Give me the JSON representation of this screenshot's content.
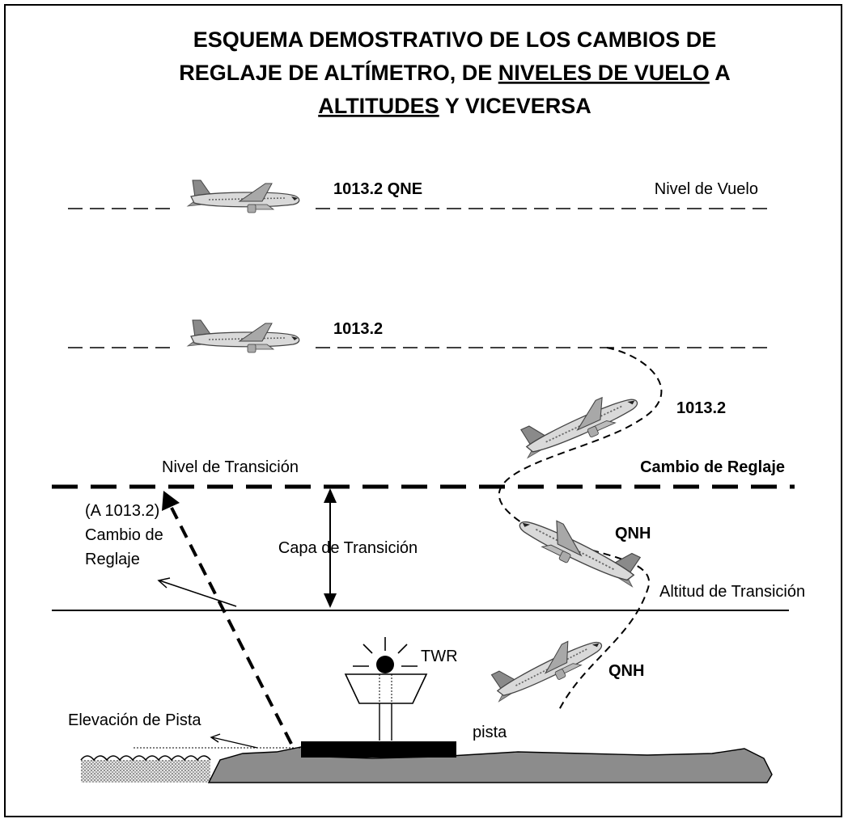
{
  "title": {
    "line1": "ESQUEMA DEMOSTRATIVO DE LOS CAMBIOS DE",
    "line2_prefix": "REGLAJE DE ALTÍMETRO, DE ",
    "line2_underlined": "NIVELES DE VUELO",
    "line2_suffix": " A",
    "line3_underlined": "ALTITUDES",
    "line3_suffix": " Y VICEVERSA"
  },
  "labels": {
    "top_setting": "1013.2 QNE",
    "flight_level": "Nivel de Vuelo",
    "second_setting": "1013.2",
    "descent_setting": "1013.2",
    "transition_level": "Nivel de Transición",
    "setting_change": "Cambio de Reglaje",
    "qnh_upper": "QNH",
    "qnh_lower": "QNH",
    "transition_layer": "Capa de Transición",
    "transition_altitude": "Altitud de Transición",
    "left_note_line1": "(A 1013.2)",
    "left_note_line2": "Cambio de",
    "left_note_line3": "Reglaje",
    "tower": "TWR",
    "runway": "pista",
    "runway_elevation": "Elevación de Pista"
  },
  "colors": {
    "aircraft_fuselage": "#d9d9d9",
    "aircraft_tail": "#8a8a8a",
    "ground": "#8c8c8c",
    "runway": "#000000",
    "water": "#c8c8c8"
  }
}
